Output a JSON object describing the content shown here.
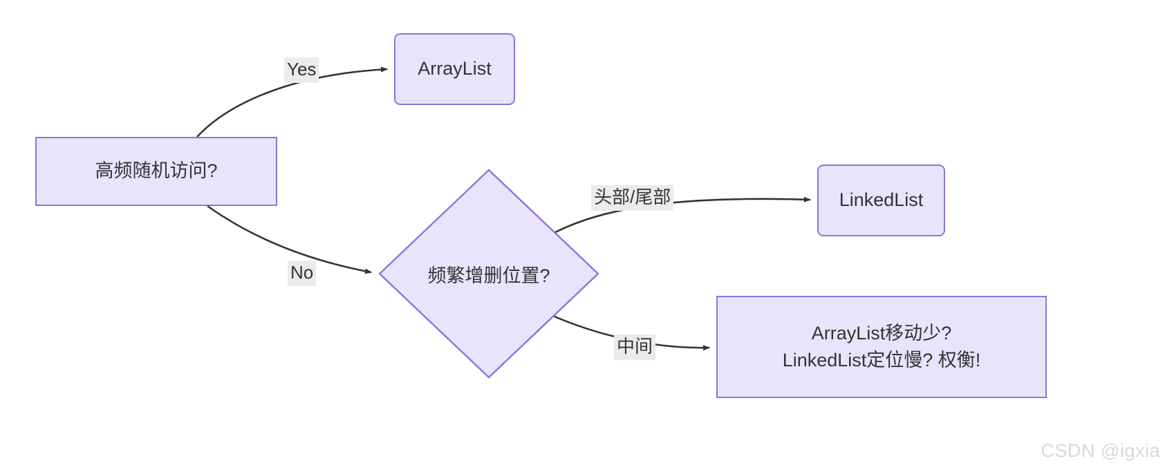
{
  "diagram": {
    "type": "flowchart",
    "background_color": "#ffffff",
    "node_fill_color": "#e8e4fb",
    "node_border_color": "#9370db",
    "edge_color": "#333333",
    "edge_label_background": "#ebebeb",
    "text_color": "#333333",
    "nodes": [
      {
        "id": "access",
        "shape": "rect",
        "label": "高频随机访问?"
      },
      {
        "id": "arraylist",
        "shape": "rounded",
        "label": "ArrayList"
      },
      {
        "id": "decision",
        "shape": "diamond",
        "label": "频繁增删位置?"
      },
      {
        "id": "linkedlist",
        "shape": "rounded",
        "label": "LinkedList"
      },
      {
        "id": "tradeoff",
        "shape": "rect",
        "label_line1": "ArrayList移动少?",
        "label_line2": "LinkedList定位慢? 权衡!"
      }
    ],
    "edges": [
      {
        "from": "access",
        "to": "arraylist",
        "label": "Yes"
      },
      {
        "from": "access",
        "to": "decision",
        "label": "No"
      },
      {
        "from": "decision",
        "to": "linkedlist",
        "label": "头部/尾部"
      },
      {
        "from": "decision",
        "to": "tradeoff",
        "label": "中间"
      }
    ]
  },
  "watermark": {
    "text": "CSDN @igxia"
  }
}
